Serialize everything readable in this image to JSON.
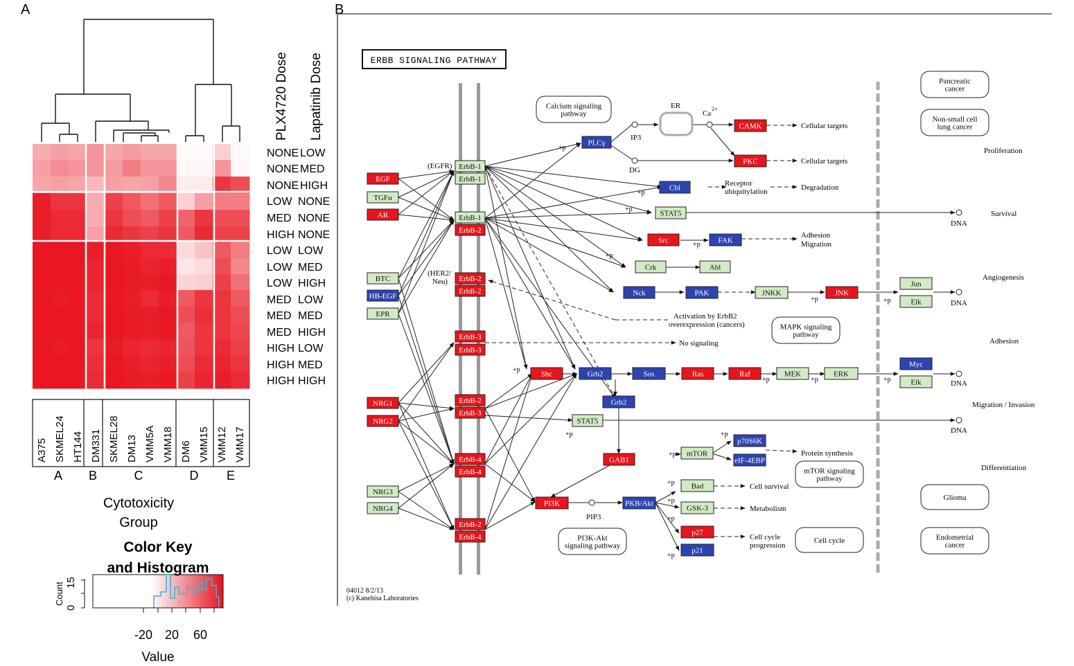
{
  "panel_a": {
    "label": "A",
    "col_header_1": "PLX4720 Dose",
    "col_header_2": "Lapatinib Dose",
    "dose_rows": [
      {
        "plx": "NONE",
        "lap": "LOW"
      },
      {
        "plx": "NONE",
        "lap": "MED"
      },
      {
        "plx": "NONE",
        "lap": "HIGH"
      },
      {
        "plx": "LOW",
        "lap": "NONE"
      },
      {
        "plx": "MED",
        "lap": "NONE"
      },
      {
        "plx": "HIGH",
        "lap": "NONE"
      },
      {
        "plx": "LOW",
        "lap": "LOW"
      },
      {
        "plx": "LOW",
        "lap": "MED"
      },
      {
        "plx": "LOW",
        "lap": "HIGH"
      },
      {
        "plx": "MED",
        "lap": "LOW"
      },
      {
        "plx": "MED",
        "lap": "MED"
      },
      {
        "plx": "MED",
        "lap": "HIGH"
      },
      {
        "plx": "HIGH",
        "lap": "LOW"
      },
      {
        "plx": "HIGH",
        "lap": "MED"
      },
      {
        "plx": "HIGH",
        "lap": "HIGH"
      }
    ],
    "cell_lines": [
      "A375",
      "SKMEL24",
      "HT144",
      "DM331",
      "SKMEL28",
      "DM13",
      "VMM5A",
      "VMM18",
      "DM6",
      "VMM15",
      "VMM12",
      "VMM17"
    ],
    "groups": [
      "A",
      "B",
      "C",
      "D",
      "E"
    ],
    "group_axis_label_1": "Cytotoxicity",
    "group_axis_label_2": "Group",
    "key_title_1": "Color Key",
    "key_title_2": "and Histogram",
    "key_ylabel": "Count",
    "key_yticks": [
      "0",
      "15"
    ],
    "key_xticks": [
      "-20",
      "20",
      "60"
    ],
    "key_xlabel": "Value",
    "colors": {
      "low": "#ffffff",
      "high": "#e8121d",
      "hist_line": "#3cb6d6"
    }
  },
  "panel_b": {
    "label": "B",
    "title": "ERBB SIGNALING PATHWAY",
    "footer_1": "04012 8/2/13",
    "footer_2": "(c) Kanehisa Laboratories",
    "colors": {
      "red": "#e8151c",
      "green": "#d2eac6",
      "blue": "#2d44b0",
      "bar": "#9a9a9a"
    },
    "boxes": {
      "ligands": [
        "EGF",
        "TGFα",
        "AR",
        "BTC",
        "HB-EGF",
        "EPR",
        "NRG1",
        "NRG2",
        "NRG3",
        "NRG4"
      ],
      "receptors": [
        "ErbB-1",
        "ErbB-1",
        "ErbB-1",
        "ErbB-2",
        "ErbB-2",
        "ErbB-2",
        "ErbB-3",
        "ErbB-3",
        "ErbB-2",
        "ErbB-3",
        "ErbB-4",
        "ErbB-4",
        "ErbB-2",
        "ErbB-4"
      ],
      "other": [
        "PLCγ",
        "CAMK",
        "PKC",
        "Cbl",
        "STAT5",
        "Src",
        "FAK",
        "Crk",
        "Abl",
        "Nck",
        "PAK",
        "JNKK",
        "JNK",
        "Jun",
        "Elk",
        "Shc",
        "Grb2",
        "Sos",
        "Ras",
        "Raf",
        "MEK",
        "ERK",
        "Myc",
        "Elk",
        "Grb2",
        "STAT5",
        "GAB1",
        "mTOR",
        "p70S6K",
        "eIF-4EBP",
        "Bad",
        "GSK-3",
        "PI3K",
        "PKB/Akt",
        "p27",
        "p21"
      ]
    },
    "map_links": [
      "Calcium signaling pathway",
      "MAPK signaling pathway",
      "mTOR signaling pathway",
      "PI3K-Akt signaling pathway",
      "Cell cycle",
      "Pancreatic cancer",
      "Non-small cell lung cancer",
      "Glioma",
      "Endometrial cancer"
    ],
    "texts": [
      "(EGFR)",
      "(HER2/ Neu)",
      "ER",
      "Ca2+",
      "IP3",
      "DG",
      "PIP3",
      "Cellular targets",
      "Cellular targets",
      "Receptor ubiquitylation",
      "Degradation",
      "DNA",
      "Adhesion",
      "Migration",
      "Activation by ErbB2",
      "overexpression (cancers)",
      "No signaling",
      "Protein synthesis",
      "Cell survival",
      "Metabolism",
      "Cell cycle progression",
      "+p"
    ],
    "outcomes": [
      "Proliferation",
      "Survival",
      "Angiogenesis",
      "Adhesion",
      "Migration / Invasion",
      "Differentiation"
    ]
  }
}
